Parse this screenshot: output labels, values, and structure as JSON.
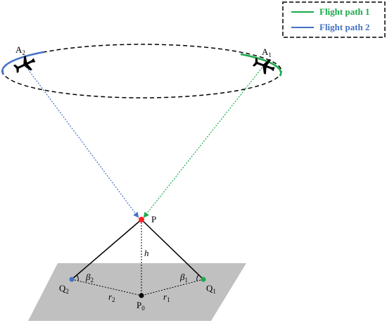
{
  "legend": {
    "items": [
      {
        "label": "Flight path 1",
        "color": "#1aaa4a"
      },
      {
        "label": "Flight path 2",
        "color": "#4472c4"
      }
    ]
  },
  "points": {
    "A1": {
      "base": "A",
      "sub": "1"
    },
    "A2": {
      "base": "A",
      "sub": "2"
    },
    "P": {
      "base": "P"
    },
    "P0": {
      "base": "P",
      "sub": "0"
    },
    "Q1": {
      "base": "Q",
      "sub": "1"
    },
    "Q2": {
      "base": "Q",
      "sub": "2"
    }
  },
  "geometry_labels": {
    "h": "h",
    "beta1": {
      "base": "β",
      "sub": "1"
    },
    "beta2": {
      "base": "β",
      "sub": "2"
    },
    "r1": {
      "base": "r",
      "sub": "1"
    },
    "r2": {
      "base": "r",
      "sub": "2"
    }
  },
  "colors": {
    "path1": "#1aaa4a",
    "path2": "#4472c4",
    "target": "#ff2020",
    "ground": "#c0c0c0",
    "orbit": "#000000",
    "aircraft": "#000000"
  },
  "icons": [
    "aircraft-icon",
    "aircraft-icon"
  ]
}
